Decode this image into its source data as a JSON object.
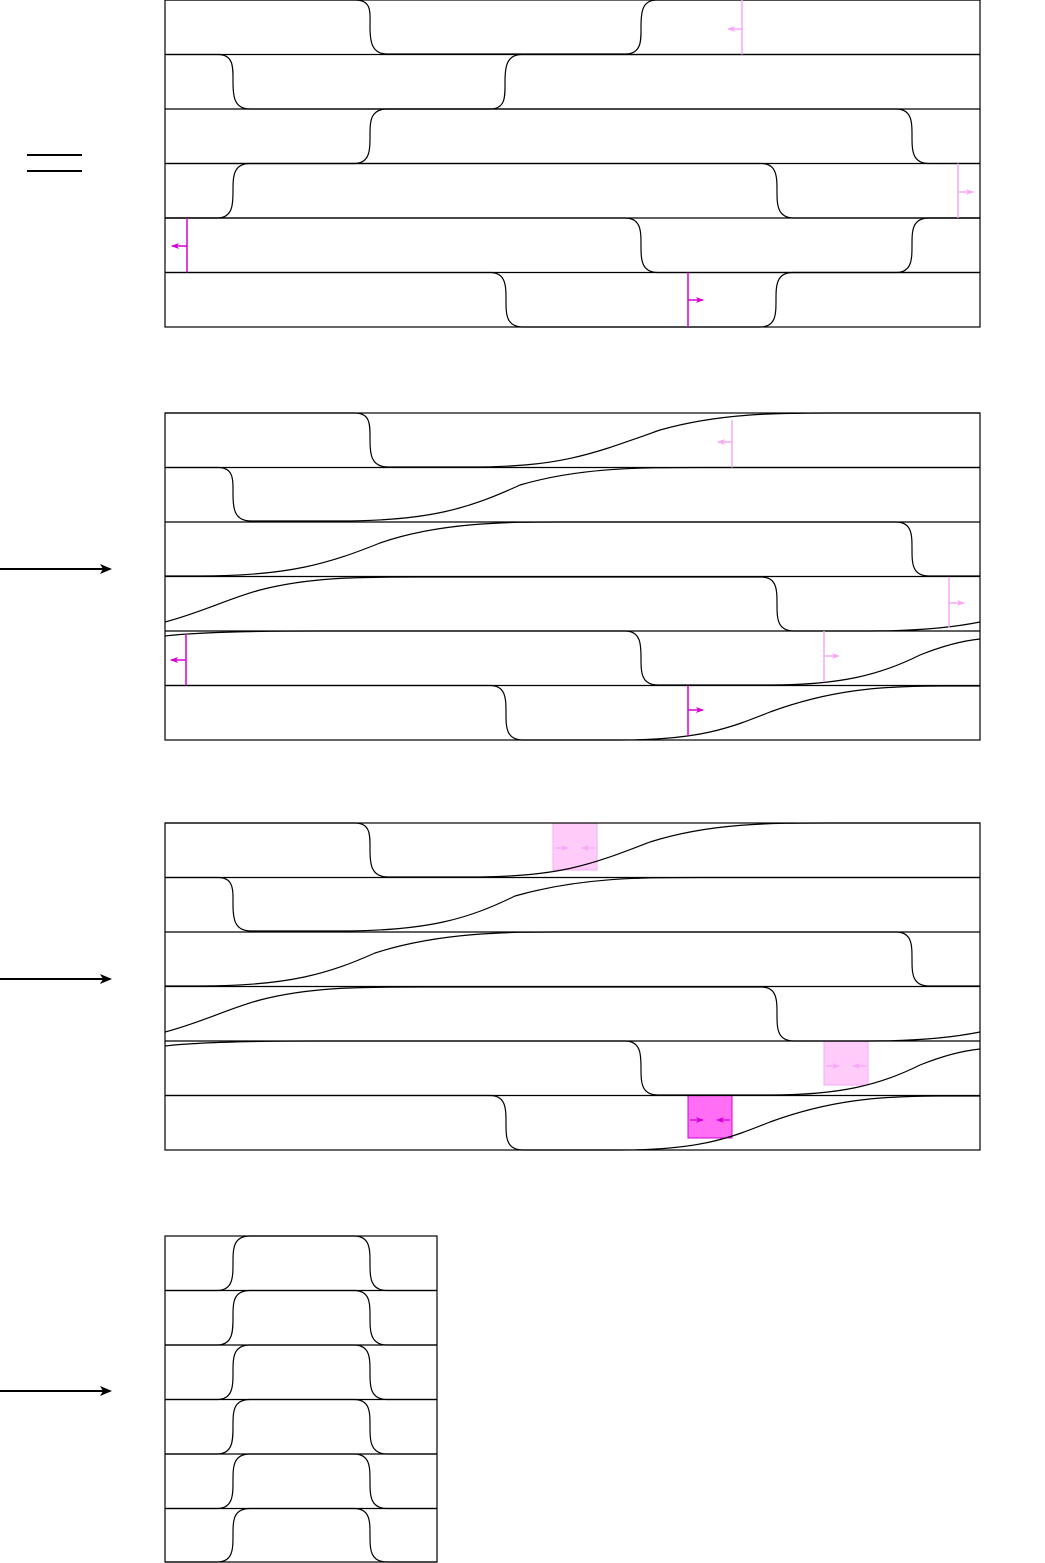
{
  "diagram": {
    "kind": "strip-diagram sequence",
    "stroke_color": "#000000",
    "marker_color_strong": "#d400d4",
    "marker_color_faint": "#f7a8f7",
    "band_fill_strong": "#ff6ef5",
    "band_fill_faint": "#ffccfa",
    "relations": [
      {
        "symbol": "equals",
        "before_panel": 1
      },
      {
        "symbol": "right-arrow",
        "before_panel": 2
      },
      {
        "symbol": "right-arrow",
        "before_panel": 3
      },
      {
        "symbol": "right-arrow",
        "before_panel": 4
      }
    ],
    "panels": [
      {
        "id": 1,
        "strips": 6,
        "width_units": "wide"
      },
      {
        "id": 2,
        "strips": 6,
        "width_units": "wide"
      },
      {
        "id": 3,
        "strips": 6,
        "width_units": "wide"
      },
      {
        "id": 4,
        "strips": 6,
        "width_units": "narrow"
      }
    ]
  }
}
